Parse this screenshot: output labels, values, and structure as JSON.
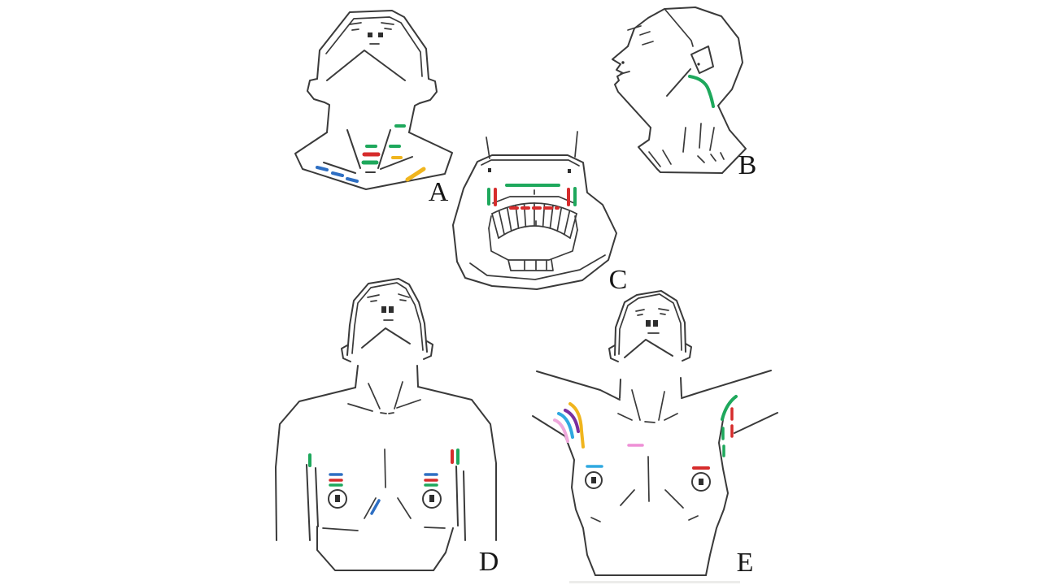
{
  "figure": {
    "type": "hand-drawn anatomical line diagram",
    "description": "Five hand-drawn panels (A-E) showing colored site markings on the extended anterior neck, lateral neck profile, open oral cavity, and two frontal chest/torso views.",
    "background": "#ffffff"
  },
  "colors": {
    "ink": "#3a3a3a",
    "green": "#1ea85c",
    "red": "#d62c2c",
    "blue": "#2e6fc3",
    "sky_blue": "#2fa8e0",
    "yellow": "#f0b51e",
    "pink": "#efa8dc",
    "magenta": "#ee8fd6",
    "purple": "#7a2f9e"
  },
  "panels": {
    "A": {
      "label": "A",
      "region": "head extended, anterior neck seen from front-below",
      "marks": [
        {
          "color": "green",
          "pattern": "solid",
          "location": "four short dashes over midline and right neck"
        },
        {
          "color": "red",
          "pattern": "solid",
          "location": "horizontal bar on midline lower neck"
        },
        {
          "color": "yellow",
          "pattern": "solid",
          "location": "short dash right of midline and oblique bar above right clavicle"
        },
        {
          "color": "blue",
          "pattern": "dashed",
          "location": "three dashes along left supraclavicular line"
        }
      ]
    },
    "B": {
      "label": "B",
      "region": "head profile, neck extended",
      "marks": [
        {
          "color": "green",
          "pattern": "solid curve",
          "location": "retroauricular line behind ear down the neck"
        }
      ]
    },
    "C": {
      "label": "C",
      "region": "open mouth, intraoral view",
      "marks": [
        {
          "color": "green",
          "pattern": "solid",
          "location": "horizontal line in upper vestibule and two vertical bars at corners"
        },
        {
          "color": "red",
          "pattern": "solid",
          "location": "two vertical bars inside the corner green bars"
        },
        {
          "color": "red",
          "pattern": "dashed",
          "location": "horizontal dashed line across upper teeth row"
        }
      ]
    },
    "D": {
      "label": "D",
      "region": "frontal chest, arms down",
      "marks": [
        {
          "color": "green",
          "pattern": "solid",
          "location": "vertical dash left axillary line; vertical dash right axillary line; lowest dash of each periareolar stack"
        },
        {
          "color": "red",
          "pattern": "solid",
          "location": "vertical dash right axillary line; middle dash of each periareolar stack"
        },
        {
          "color": "blue",
          "pattern": "solid",
          "location": "top dash of each periareolar stack; oblique dash near lower sternum"
        }
      ]
    },
    "E": {
      "label": "E",
      "region": "frontal chest, arms raised",
      "marks": [
        {
          "color": "pink",
          "pattern": "solid curve",
          "location": "outermost curve of left axillary fan"
        },
        {
          "color": "sky_blue",
          "pattern": "solid curve",
          "location": "second curve of left axillary fan; line above left areola"
        },
        {
          "color": "purple",
          "pattern": "solid curve",
          "location": "third curve of left axillary fan"
        },
        {
          "color": "yellow",
          "pattern": "solid curve",
          "location": "innermost long curve of left axillary fan"
        },
        {
          "color": "green",
          "pattern": "solid curve + dashes",
          "location": "right axillary fold line"
        },
        {
          "color": "red",
          "pattern": "dashed",
          "location": "vertical dashes in right axilla; line above right areola"
        },
        {
          "color": "magenta",
          "pattern": "solid",
          "location": "short dash mid upper chest"
        }
      ]
    }
  }
}
